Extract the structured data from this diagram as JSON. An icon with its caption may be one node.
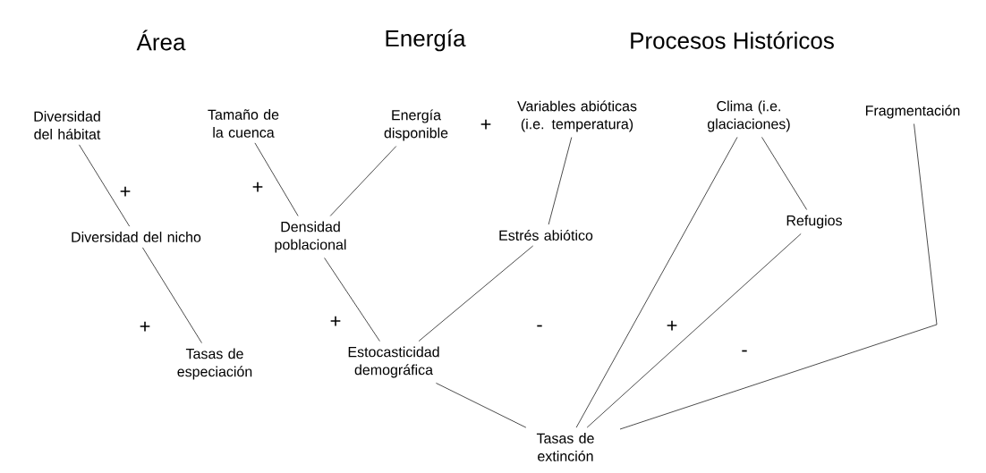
{
  "diagram": {
    "nodes": [
      {
        "text": [
          "Diversidad del hábitat"
        ]
      },
      {
        "text": [
          "Tamaño de la cuenca"
        ]
      },
      {
        "text": [
          "Energía disponible"
        ]
      },
      {
        "text": [
          "Variables abióticas (i.e. temperatura)"
        ]
      },
      {
        "text": [
          "Clima (i.e. glaciaciones)"
        ]
      },
      {
        "text": [
          "Fragmentación"
        ]
      },
      {
        "text": [
          "Diversidad del nicho"
        ]
      },
      {
        "text": [
          "Densidad poblacional"
        ]
      },
      {
        "text": [
          "Estrés abiótico"
        ]
      },
      {
        "text": [
          "Refugios"
        ]
      },
      {
        "text": [
          "Tasas de especiación"
        ]
      },
      {
        "text": [
          "Estocasticidad demográfica"
        ]
      },
      {
        "text": [
          "Tasas de extinción"
        ]
      }
    ],
    "edges": [
      {
        "from": 0,
        "to": 6,
        "arrow": "none"
      },
      {
        "from": 1,
        "to": 7,
        "arrow": "none"
      },
      {
        "from": 2,
        "to": 7,
        "arrow": "none"
      },
      {
        "from": 3,
        "to": 8,
        "arrow": "none"
      },
      {
        "from": 4,
        "to": 12,
        "arrow": "none"
      },
      {
        "from": 4,
        "to": 9,
        "arrow": "none"
      },
      {
        "from": 5,
        "to": 12,
        "arrow": "none"
      },
      {
        "from": 6,
        "to": 10,
        "arrow": "none"
      },
      {
        "from": 7,
        "to": 11,
        "arrow": "none"
      },
      {
        "from": 8,
        "to": 11,
        "arrow": "none"
      },
      {
        "from": 9,
        "to": 12,
        "arrow": "none"
      },
      {
        "from": 11,
        "to": 12,
        "arrow": "none"
      }
    ],
    "labels": [
      "Área",
      "Energía",
      "Procesos Históricos",
      "+",
      "+",
      "+",
      "+",
      "+",
      "-",
      "+",
      "-"
    ]
  }
}
